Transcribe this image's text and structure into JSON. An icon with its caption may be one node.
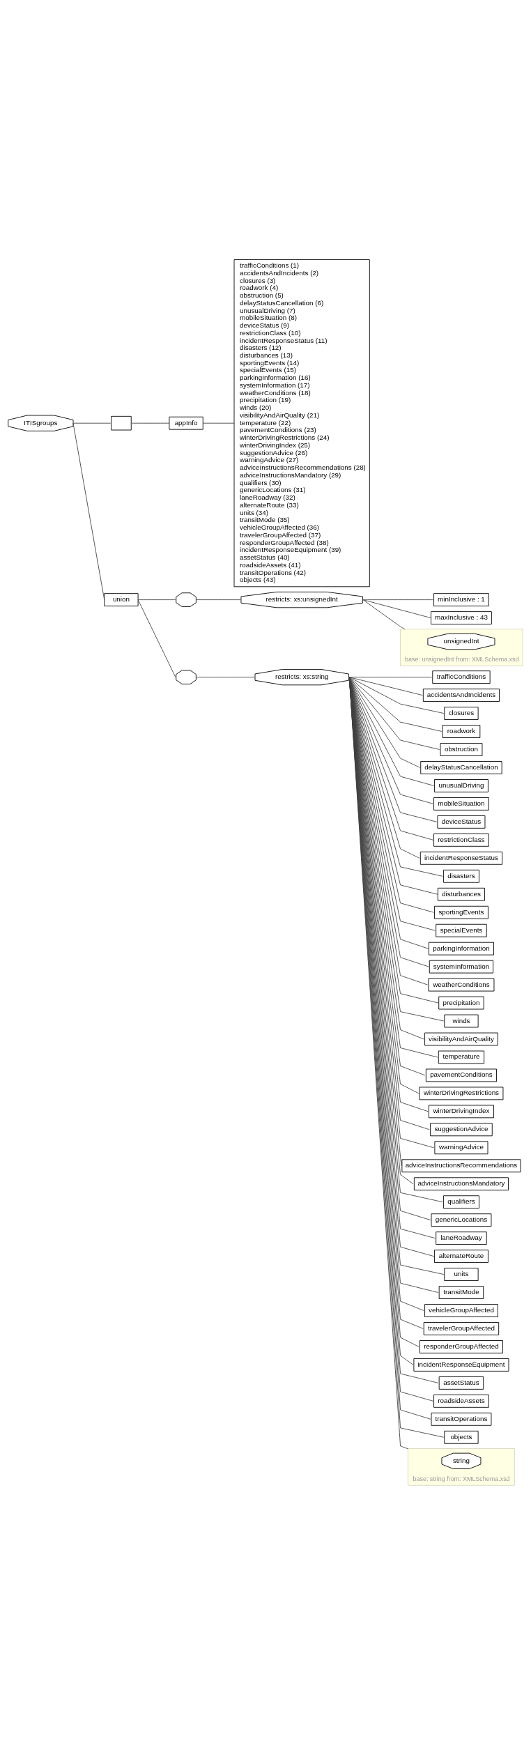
{
  "diagram": {
    "nodes": [
      {
        "text": [
          "ITISgroups"
        ]
      },
      {
        "text": [],
        "shape": "box"
      },
      {
        "text": [
          "appInfo"
        ]
      },
      {
        "text": [
          "trafficConditions (1)",
          "accidentsAndIncidents (2)",
          "closures (3)",
          "roadwork (4)",
          "obstruction (5)",
          "delayStatusCancellation (6)",
          "unusualDriving (7)",
          "mobileSituation (8)",
          "deviceStatus (9)",
          "restrictionClass (10)",
          "incidentResponseStatus (11)",
          "disasters (12)",
          "disturbances (13)",
          "sportingEvents (14)",
          "specialEvents (15)",
          "parkingInformation (16)",
          "systemInformation (17)",
          "weatherConditions (18)",
          "precipitation (19)",
          "winds (20)",
          "visibilityAndAirQuality (21)",
          "temperature (22)",
          "pavementConditions (23)",
          "winterDrivingRestrictions (24)",
          "winterDrivingIndex (25)",
          "suggestionAdvice (26)",
          "warningAdvice (27)",
          "adviceInstructionsRecommendations (28)",
          "adviceInstructionsMandatory (29)",
          "qualifiers (30)",
          "genericLocations (31)",
          "laneRoadway (32)",
          "alternateRoute (33)",
          "units (34)",
          "transitMode (35)",
          "vehicleGroupAffected (36)",
          "travelerGroupAffected (37)",
          "responderGroupAffected (38)",
          "incidentResponseEquipment (39)",
          "assetStatus (40)",
          "roadsideAssets (41)",
          "transitOperations (42)",
          "objects (43)"
        ]
      },
      {
        "text": [
          "union"
        ]
      },
      {
        "text": [],
        "shape": "octagon"
      },
      {
        "text": [
          "restricts: xs:unsignedInt"
        ]
      },
      {
        "text": [
          "minInclusive : 1"
        ]
      },
      {
        "text": [
          "maxInclusive : 43"
        ]
      },
      {
        "text": [
          "base: unsignedInt from: XMLSchema.xsd"
        ]
      },
      {
        "text": [
          "unsignedInt"
        ],
        "in": 9
      },
      {
        "text": [],
        "shape": "octagon"
      },
      {
        "text": [
          "restricts: xs:string"
        ]
      },
      {
        "text": [
          "trafficConditions"
        ]
      },
      {
        "text": [
          "accidentsAndIncidents"
        ]
      },
      {
        "text": [
          "closures"
        ]
      },
      {
        "text": [
          "roadwork"
        ]
      },
      {
        "text": [
          "obstruction"
        ]
      },
      {
        "text": [
          "delayStatusCancellation"
        ]
      },
      {
        "text": [
          "unusualDriving"
        ]
      },
      {
        "text": [
          "mobileSituation"
        ]
      },
      {
        "text": [
          "deviceStatus"
        ]
      },
      {
        "text": [
          "restrictionClass"
        ]
      },
      {
        "text": [
          "incidentResponseStatus"
        ]
      },
      {
        "text": [
          "disasters"
        ]
      },
      {
        "text": [
          "disturbances"
        ]
      },
      {
        "text": [
          "sportingEvents"
        ]
      },
      {
        "text": [
          "specialEvents"
        ]
      },
      {
        "text": [
          "parkingInformation"
        ]
      },
      {
        "text": [
          "systemInformation"
        ]
      },
      {
        "text": [
          "weatherConditions"
        ]
      },
      {
        "text": [
          "precipitation"
        ]
      },
      {
        "text": [
          "winds"
        ]
      },
      {
        "text": [
          "visibilityAndAirQuality"
        ]
      },
      {
        "text": [
          "temperature"
        ]
      },
      {
        "text": [
          "pavementConditions"
        ]
      },
      {
        "text": [
          "winterDrivingRestrictions"
        ]
      },
      {
        "text": [
          "winterDrivingIndex"
        ]
      },
      {
        "text": [
          "suggestionAdvice"
        ]
      },
      {
        "text": [
          "warningAdvice"
        ]
      },
      {
        "text": [
          "adviceInstructionsRecommendations"
        ]
      },
      {
        "text": [
          "adviceInstructionsMandatory"
        ]
      },
      {
        "text": [
          "qualifiers"
        ]
      },
      {
        "text": [
          "genericLocations"
        ]
      },
      {
        "text": [
          "laneRoadway"
        ]
      },
      {
        "text": [
          "alternateRoute"
        ]
      },
      {
        "text": [
          "units"
        ]
      },
      {
        "text": [
          "transitMode"
        ]
      },
      {
        "text": [
          "vehicleGroupAffected"
        ]
      },
      {
        "text": [
          "travelerGroupAffected"
        ]
      },
      {
        "text": [
          "responderGroupAffected"
        ]
      },
      {
        "text": [
          "incidentResponseEquipment"
        ]
      },
      {
        "text": [
          "assetStatus"
        ]
      },
      {
        "text": [
          "roadsideAssets"
        ]
      },
      {
        "text": [
          "transitOperations"
        ]
      },
      {
        "text": [
          "objects"
        ]
      },
      {
        "text": [
          "base: string from: XMLSchema.xsd"
        ]
      },
      {
        "text": [
          "string"
        ],
        "in": 56
      }
    ],
    "edges": [
      {
        "from": 0,
        "to": 1,
        "arrow": "none"
      },
      {
        "from": 0,
        "to": 4,
        "arrow": "none"
      },
      {
        "from": 1,
        "to": 2,
        "arrow": "none"
      },
      {
        "from": 2,
        "to": 3,
        "arrow": "none"
      },
      {
        "from": 4,
        "to": 5,
        "arrow": "none"
      },
      {
        "from": 4,
        "to": 11,
        "arrow": "none"
      },
      {
        "from": 5,
        "to": 6,
        "arrow": "none"
      },
      {
        "from": 6,
        "to": 7,
        "arrow": "none"
      },
      {
        "from": 6,
        "to": 8,
        "arrow": "none"
      },
      {
        "from": 6,
        "to": 9,
        "arrow": "none"
      },
      {
        "from": 11,
        "to": 12,
        "arrow": "none"
      },
      {
        "from": 12,
        "to": 13,
        "arrow": "none"
      },
      {
        "from": 12,
        "to": 14,
        "arrow": "none"
      },
      {
        "from": 12,
        "to": 15,
        "arrow": "none"
      },
      {
        "from": 12,
        "to": 16,
        "arrow": "none"
      },
      {
        "from": 12,
        "to": 17,
        "arrow": "none"
      },
      {
        "from": 12,
        "to": 18,
        "arrow": "none"
      },
      {
        "from": 12,
        "to": 19,
        "arrow": "none"
      },
      {
        "from": 12,
        "to": 20,
        "arrow": "none"
      },
      {
        "from": 12,
        "to": 21,
        "arrow": "none"
      },
      {
        "from": 12,
        "to": 22,
        "arrow": "none"
      },
      {
        "from": 12,
        "to": 23,
        "arrow": "none"
      },
      {
        "from": 12,
        "to": 24,
        "arrow": "none"
      },
      {
        "from": 12,
        "to": 25,
        "arrow": "none"
      },
      {
        "from": 12,
        "to": 26,
        "arrow": "none"
      },
      {
        "from": 12,
        "to": 27,
        "arrow": "none"
      },
      {
        "from": 12,
        "to": 28,
        "arrow": "none"
      },
      {
        "from": 12,
        "to": 29,
        "arrow": "none"
      },
      {
        "from": 12,
        "to": 30,
        "arrow": "none"
      },
      {
        "from": 12,
        "to": 31,
        "arrow": "none"
      },
      {
        "from": 12,
        "to": 32,
        "arrow": "none"
      },
      {
        "from": 12,
        "to": 33,
        "arrow": "none"
      },
      {
        "from": 12,
        "to": 34,
        "arrow": "none"
      },
      {
        "from": 12,
        "to": 35,
        "arrow": "none"
      },
      {
        "from": 12,
        "to": 36,
        "arrow": "none"
      },
      {
        "from": 12,
        "to": 37,
        "arrow": "none"
      },
      {
        "from": 12,
        "to": 38,
        "arrow": "none"
      },
      {
        "from": 12,
        "to": 39,
        "arrow": "none"
      },
      {
        "from": 12,
        "to": 40,
        "arrow": "none"
      },
      {
        "from": 12,
        "to": 41,
        "arrow": "none"
      },
      {
        "from": 12,
        "to": 42,
        "arrow": "none"
      },
      {
        "from": 12,
        "to": 43,
        "arrow": "none"
      },
      {
        "from": 12,
        "to": 44,
        "arrow": "none"
      },
      {
        "from": 12,
        "to": 45,
        "arrow": "none"
      },
      {
        "from": 12,
        "to": 46,
        "arrow": "none"
      },
      {
        "from": 12,
        "to": 47,
        "arrow": "none"
      },
      {
        "from": 12,
        "to": 48,
        "arrow": "none"
      },
      {
        "from": 12,
        "to": 49,
        "arrow": "none"
      },
      {
        "from": 12,
        "to": 50,
        "arrow": "none"
      },
      {
        "from": 12,
        "to": 51,
        "arrow": "none"
      },
      {
        "from": 12,
        "to": 52,
        "arrow": "none"
      },
      {
        "from": 12,
        "to": 53,
        "arrow": "none"
      },
      {
        "from": 12,
        "to": 54,
        "arrow": "none"
      },
      {
        "from": 12,
        "to": 55,
        "arrow": "none"
      },
      {
        "from": 12,
        "to": 56,
        "arrow": "none"
      }
    ]
  }
}
